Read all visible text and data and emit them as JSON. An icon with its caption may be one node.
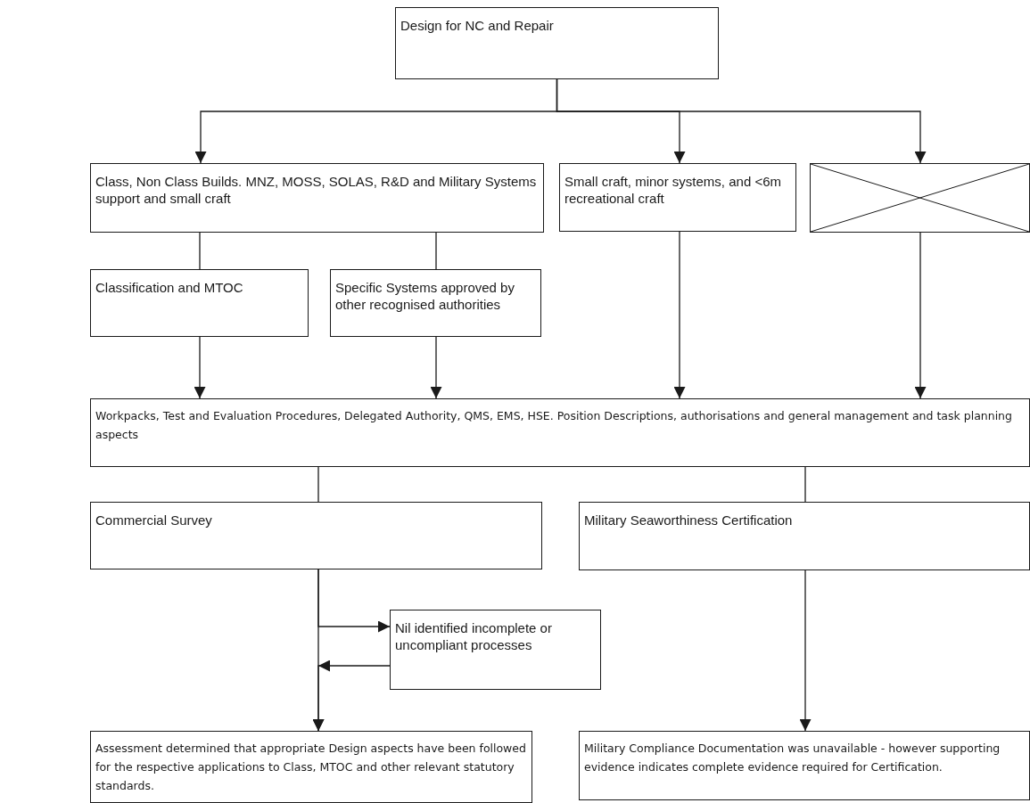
{
  "diagram": {
    "nodes": [
      {
        "text": [
          "Design for NC and Repair"
        ]
      },
      {
        "text": [
          "Class, Non Class Builds. MNZ, MOSS, SOLAS, R&D and Military Systems support and small craft"
        ]
      },
      {
        "text": [
          "Small craft, minor systems, and <6m recreational craft"
        ]
      },
      {
        "text": [],
        "shape": "box"
      },
      {
        "text": [
          "Classification and MTOC"
        ]
      },
      {
        "text": [
          "Specific Systems approved by other recognised authorities"
        ]
      },
      {
        "text": [
          "Workpacks, Test and Evaluation Procedures, Delegated Authority, QMS, EMS, HSE. Position Descriptions, authorisations and general management and task planning aspects"
        ]
      },
      {
        "text": [
          "Commercial Survey"
        ]
      },
      {
        "text": [
          "Military Seaworthiness Certification"
        ]
      },
      {
        "text": [
          "Nil identified incomplete or uncompliant processes"
        ]
      },
      {
        "text": [
          "Assessment determined that appropriate Design aspects have been followed for the respective applications to Class, MTOC  and other relevant statutory standards."
        ]
      },
      {
        "text": [
          "Military Compliance Documentation was unavailable - however supporting evidence indicates complete evidence required for Certification."
        ]
      }
    ],
    "edges": [
      {
        "from": 0,
        "to": 1,
        "arrow": "to"
      },
      {
        "from": 0,
        "to": 2,
        "arrow": "to"
      },
      {
        "from": 0,
        "to": 3,
        "arrow": "to"
      },
      {
        "from": 1,
        "to": 4,
        "arrow": "none"
      },
      {
        "from": 1,
        "to": 5,
        "arrow": "none"
      },
      {
        "from": 4,
        "to": 6,
        "arrow": "to"
      },
      {
        "from": 5,
        "to": 6,
        "arrow": "to"
      },
      {
        "from": 2,
        "to": 6,
        "arrow": "to"
      },
      {
        "from": 3,
        "to": 6,
        "arrow": "to"
      },
      {
        "from": 6,
        "to": 7,
        "arrow": "none"
      },
      {
        "from": 6,
        "to": 8,
        "arrow": "none"
      },
      {
        "from": 7,
        "to": 10,
        "arrow": "to"
      },
      {
        "from": 7,
        "to": 9,
        "arrow": "to"
      },
      {
        "from": 9,
        "to": 10,
        "arrow": "to"
      },
      {
        "from": 8,
        "to": 11,
        "arrow": "to"
      }
    ]
  }
}
